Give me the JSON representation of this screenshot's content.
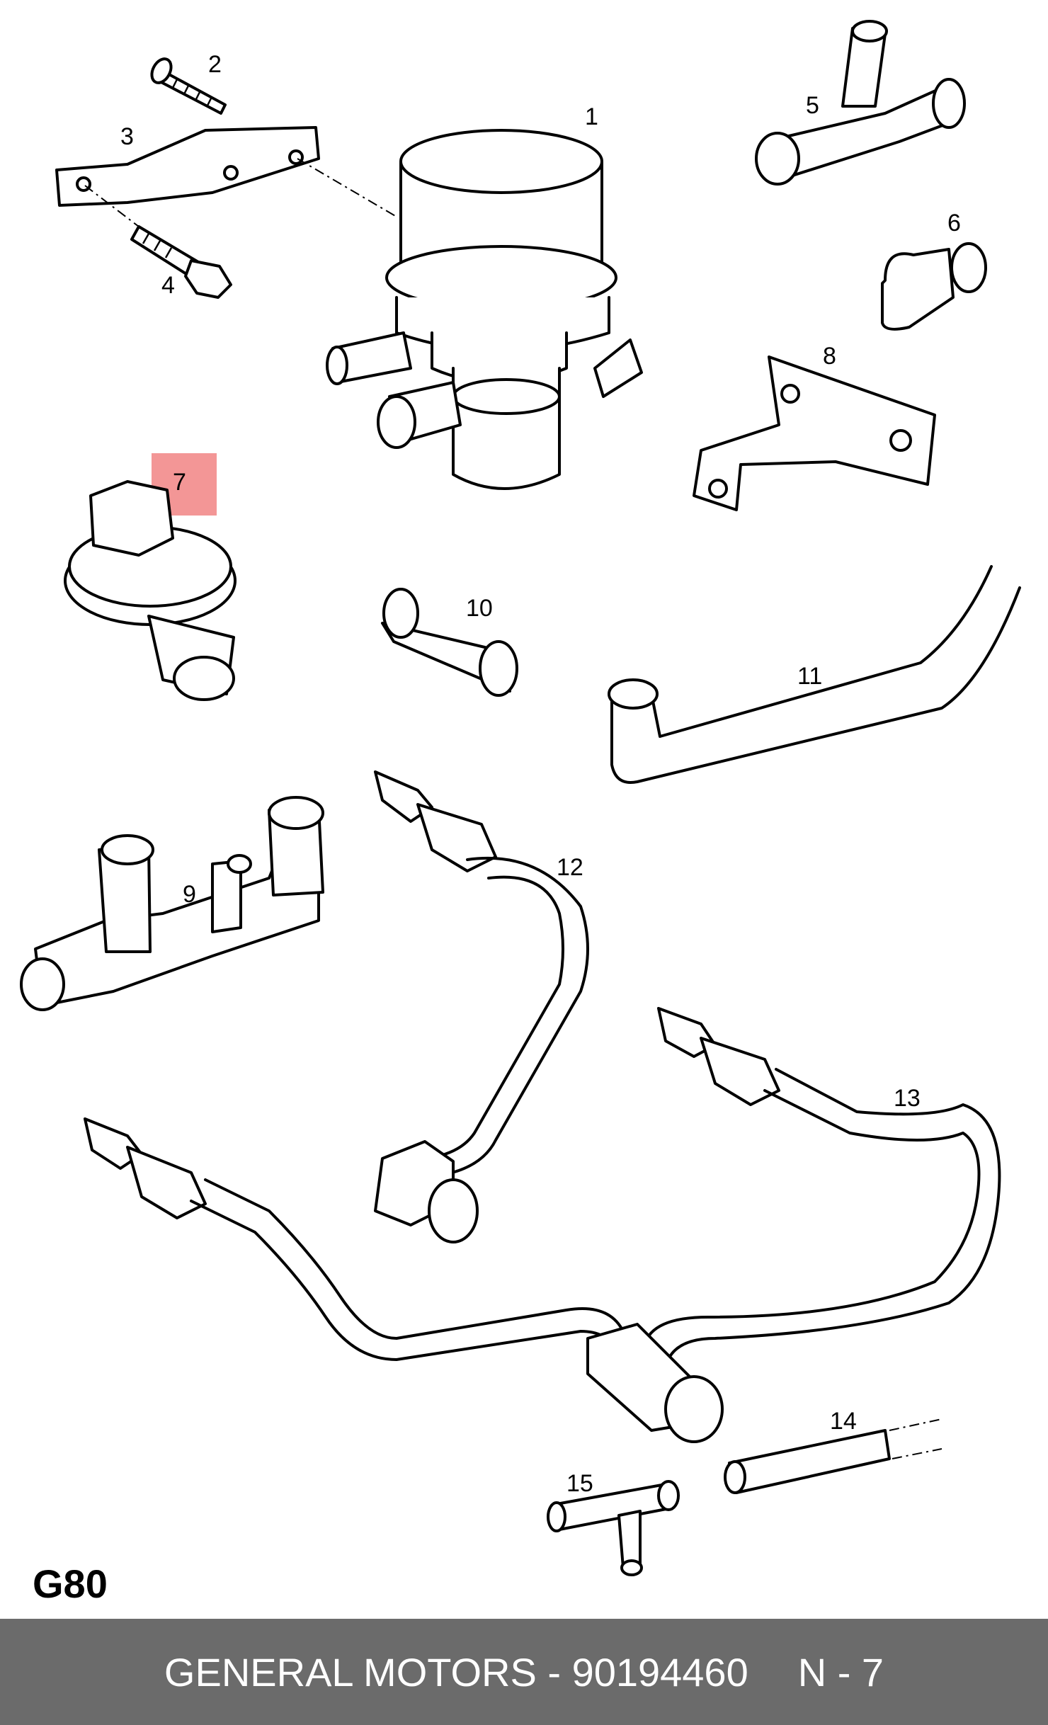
{
  "diagram": {
    "sheet_code": "G80",
    "highlight_color": "#f28b8b",
    "highlighted_part": "7",
    "part_labels": [
      "1",
      "2",
      "3",
      "4",
      "5",
      "6",
      "7",
      "8",
      "9",
      "10",
      "11",
      "12",
      "13",
      "14",
      "15"
    ]
  },
  "footer": {
    "brand_part": "GENERAL MOTORS - 90194460",
    "ref": "N - 7",
    "background": "#6b6b6b"
  }
}
